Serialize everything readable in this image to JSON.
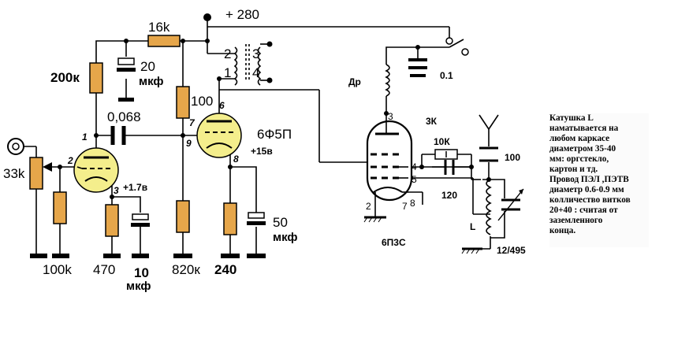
{
  "labels": {
    "supply_voltage": "+ 280",
    "r_16k": "16k",
    "r_200k": "200к",
    "c_20": "20",
    "c_20_unit": "мкф",
    "c_0068": "0,068",
    "r_100": "100",
    "tube1": "6Ф5П",
    "v_15": "+15в",
    "v_17": "+1.7в",
    "r_33k": "33k",
    "r_100k": "100k",
    "r_470": "470",
    "c_10": "10",
    "c_10_unit": "мкф",
    "r_820k": "820к",
    "r_240": "240",
    "c_50": "50",
    "c_50_unit": "мкф",
    "t_pin2": "2",
    "t_pin3": "3",
    "t_pin1": "1",
    "t_pin4": "4",
    "choke": "Др",
    "c_01": "0.1",
    "r_3k": "3К",
    "r_10k": "10К",
    "c_120": "120",
    "c_100": "100",
    "coil": "L",
    "c_var": "12/495",
    "tube2": "6П3С",
    "pin_t1_1": "1",
    "pin_t1_2": "2",
    "pin_t1_3": "3",
    "pin_t1_6": "6",
    "pin_t1_7": "7",
    "pin_t1_9": "9",
    "pin_t1_8": "8",
    "pin_t2_3": "3",
    "pin_t2_4": "4",
    "pin_t2_5": "5",
    "pin_t2_8": "8",
    "pin_t2_2": "2",
    "pin_t2_7": "7"
  },
  "notes": [
    "Катушка L",
    "наматывается на",
    "любом каркасе",
    "диаметром 35-40",
    "мм: оргстекло,",
    "картон и тд.",
    "Провод ПЭЛ ,ПЭТВ",
    "диаметр 0.6-0.9 мм",
    "колличество витков",
    " 20+40 : считая от",
    "заземленного",
    "конца."
  ]
}
